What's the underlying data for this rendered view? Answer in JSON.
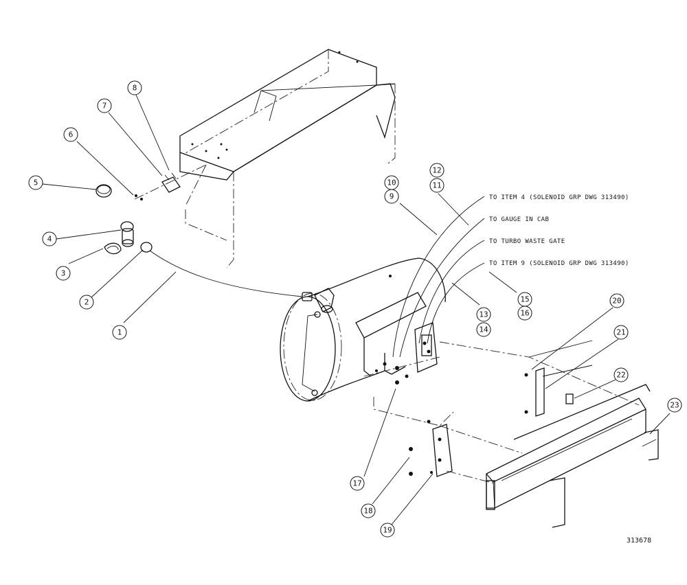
{
  "balloons": [
    "1",
    "2",
    "3",
    "4",
    "5",
    "6",
    "7",
    "8",
    "9",
    "10",
    "11",
    "12",
    "13",
    "14",
    "15",
    "16",
    "17",
    "18",
    "19",
    "20",
    "21",
    "22",
    "23"
  ],
  "notes": [
    "TO ITEM 4 (SOLENOID GRP DWG 313490)",
    "TO GAUGE IN CAB",
    "TO TURBO WASTE GATE",
    "TO ITEM 9 (SOLENOID GRP DWG 313490)"
  ],
  "drawing_number": "313678"
}
